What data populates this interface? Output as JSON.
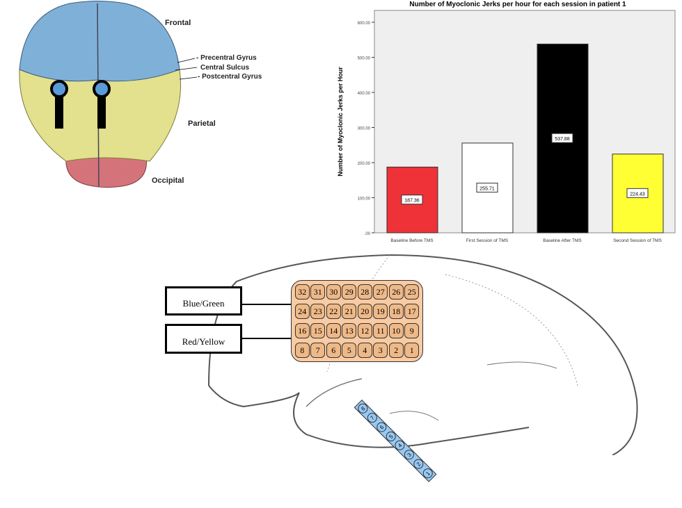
{
  "brain_top": {
    "labels": {
      "frontal": "Frontal",
      "precentral": "- Precentral Gyrus",
      "central": "Central Sulcus",
      "postcentral": "- Postcentral Gyrus",
      "parietal": "Parietal",
      "occipital": "Occipital"
    }
  },
  "chart_data": {
    "type": "bar",
    "title": "Number of Myoclonic Jerks per hour for each session in patient 1",
    "xlabel": "",
    "ylabel": "Number of Myoclonic Jerks per Hour",
    "ylim": [
      0,
      630
    ],
    "yticks": [
      0,
      100,
      200,
      300,
      400,
      500,
      600
    ],
    "ytick_labels": [
      ".00",
      "100.00",
      "200.00",
      "300.00",
      "400.00",
      "500.00",
      "600.00"
    ],
    "categories": [
      "Baseline Before TMS",
      "First Session of TMS",
      "Baseline After TMS",
      "Second Session of TMS"
    ],
    "values": [
      187.36,
      255.71,
      537.88,
      224.43
    ],
    "data_labels": [
      "187.36",
      "255.71",
      "537.88",
      "224.43"
    ],
    "colors": [
      "#ee3237",
      "#ffffff",
      "#000000",
      "#ffff33"
    ],
    "background": "#efefef"
  },
  "brain_side": {
    "labels": {
      "blue_green": "Blue/Green",
      "red_yellow": "Red/Yellow"
    },
    "grid_electrodes": [
      "32",
      "31",
      "30",
      "29",
      "28",
      "27",
      "26",
      "25",
      "24",
      "23",
      "22",
      "21",
      "20",
      "19",
      "18",
      "17",
      "16",
      "15",
      "14",
      "13",
      "12",
      "11",
      "10",
      "9",
      "8",
      "7",
      "6",
      "5",
      "4",
      "3",
      "2",
      "1"
    ],
    "strip_electrodes": [
      "8",
      "7",
      "6",
      "5",
      "4",
      "3",
      "2",
      "1"
    ]
  }
}
